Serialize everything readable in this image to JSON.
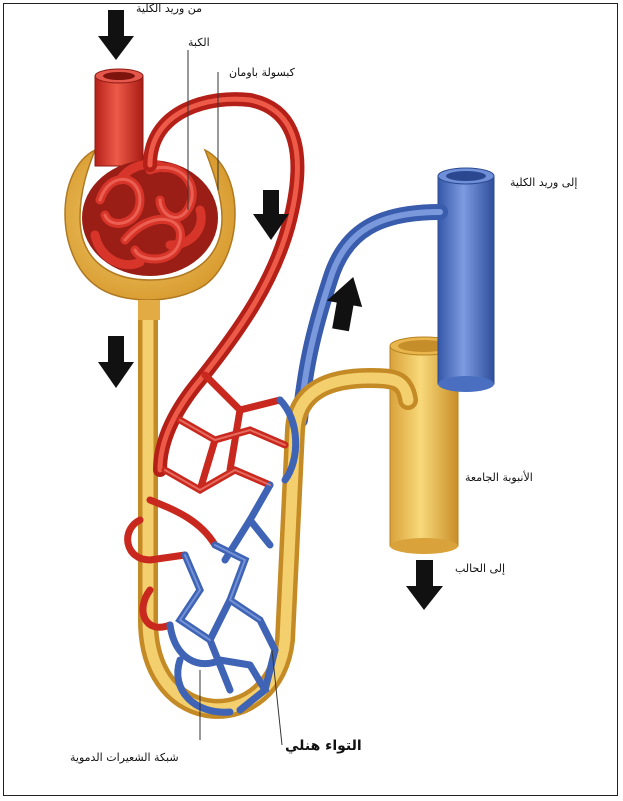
{
  "labels": {
    "from_renal_vein": "من وريد الكلية",
    "glomerulus": "الكبة",
    "bowman_capsule": "كبسولة باومان",
    "to_renal_vein": "إلى وريد الكلية",
    "collecting_duct": "الأنبوبة الجامعة",
    "to_ureter": "إلى الحالب",
    "loop_of_henle": "التواء هنلي",
    "capillary_network": "شبكة الشعيرات الدموية"
  },
  "colors": {
    "artery": "#d8352a",
    "artery_dark": "#8e1a14",
    "vein": "#4a6fc0",
    "tubule": "#f0c25a",
    "capsule": "#e8a93a",
    "arrow": "#111111"
  },
  "arrows": {
    "directions": [
      "down",
      "down",
      "down",
      "up",
      "down"
    ]
  }
}
